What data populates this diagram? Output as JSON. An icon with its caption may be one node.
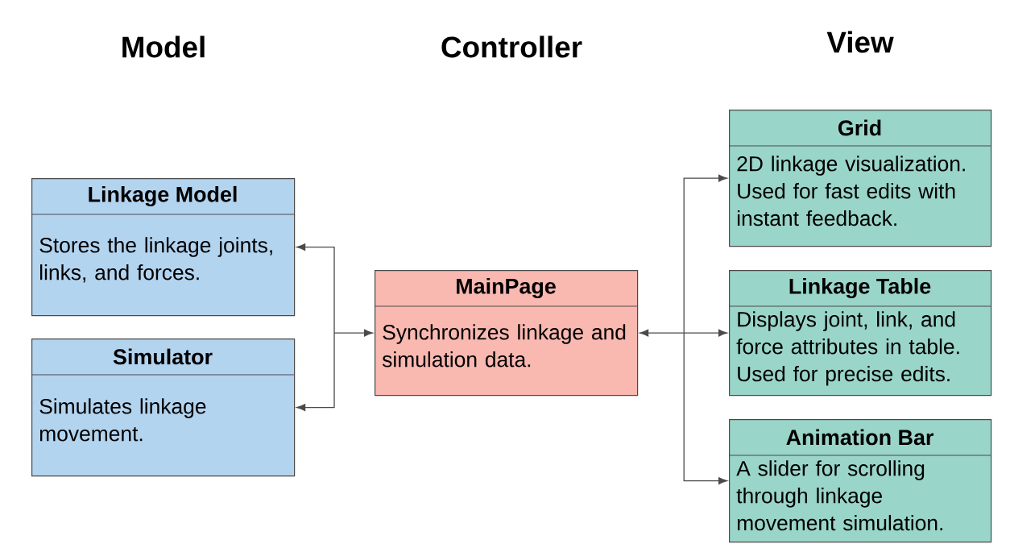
{
  "diagram": {
    "nodes": [
      {
        "text": [
          "Linkage Model",
          "Stores the linkage joints, links, and forces."
        ]
      },
      {
        "text": [
          "Simulator",
          "Simulates linkage movement."
        ]
      },
      {
        "text": [
          "MainPage",
          "Synchronizes linkage and simulation data."
        ]
      },
      {
        "text": [
          "Grid",
          "2D linkage visualization. Used for fast edits with instant feedback."
        ]
      },
      {
        "text": [
          "Linkage Table",
          "Displays joint, link, and force attributes in table. Used for precise edits."
        ]
      },
      {
        "text": [
          "Animation Bar",
          "A slider for scrolling through linkage movement simulation."
        ]
      }
    ],
    "edges": [
      {
        "from": 0,
        "to": 2,
        "arrow": "both"
      },
      {
        "from": 1,
        "to": 2,
        "arrow": "both"
      },
      {
        "from": 2,
        "to": 3,
        "arrow": "both"
      },
      {
        "from": 2,
        "to": 4,
        "arrow": "both"
      },
      {
        "from": 2,
        "to": 5,
        "arrow": "both"
      }
    ],
    "labels": [
      "Model",
      "Controller",
      "View"
    ]
  }
}
